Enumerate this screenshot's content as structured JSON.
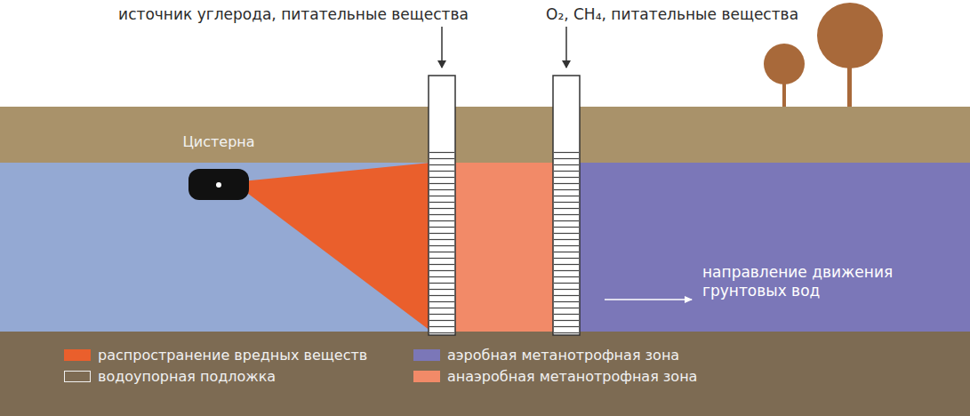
{
  "diagram": {
    "nodes": [
      {
        "text": [
          "Цистерна"
        ]
      }
    ],
    "labels": [
      "источник углерода, питательные вещества",
      "O₂, CH₄, питательные вещества",
      "направление движения грунтовых вод"
    ],
    "legend": [
      {
        "text": "распространение вредных веществ",
        "color": "#ea5f2c"
      },
      {
        "text": "водоупорная подложка"
      },
      {
        "text": "аэробная метанотрофная зона",
        "color": "#7b77b8"
      },
      {
        "text": "анаэробная метанотрофная зона",
        "color": "#f28a68"
      }
    ]
  }
}
